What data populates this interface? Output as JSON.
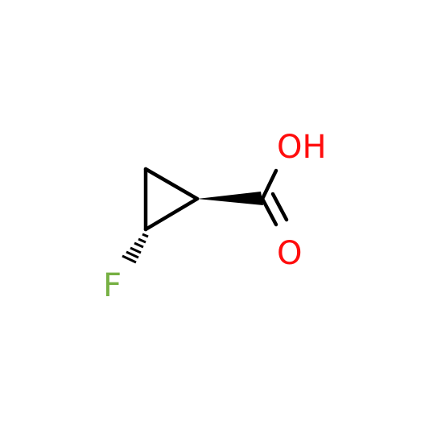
{
  "molecule": {
    "atoms": {
      "hydroxyl": {
        "label": "OH",
        "color": "#ff0d0d"
      },
      "carbonyl_oxygen": {
        "label": "O",
        "color": "#ff0d0d"
      },
      "fluorine": {
        "label": "F",
        "color": "#76b043"
      }
    },
    "bond_color": "#000000",
    "background": "#ffffff"
  }
}
